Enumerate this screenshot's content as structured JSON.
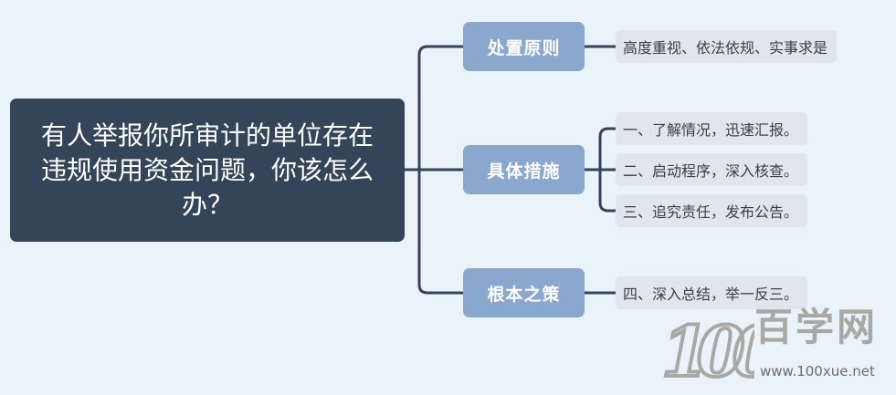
{
  "root": {
    "text": "有人举报你所审计的单位存在违规使用资金问题，你该怎么办？"
  },
  "branches": [
    {
      "label": "处置原则",
      "leaves": [
        "高度重视、依法依规、实事求是"
      ]
    },
    {
      "label": "具体措施",
      "leaves": [
        "一、了解情况，迅速汇报。",
        "二、启动程序，深入核查。",
        "三、追究责任，发布公告。"
      ]
    },
    {
      "label": "根本之策",
      "leaves": [
        "四、深入总结，举一反三。"
      ]
    }
  ],
  "watermark": {
    "number": "100",
    "name": "百学网",
    "url": "www.100xue.net"
  },
  "colors": {
    "background": "#eaf2fa",
    "root_fill": "#344459",
    "branch_fill": "#8aa7cd",
    "leaf_fill": "#dfe6ee",
    "connector": "#344459"
  }
}
